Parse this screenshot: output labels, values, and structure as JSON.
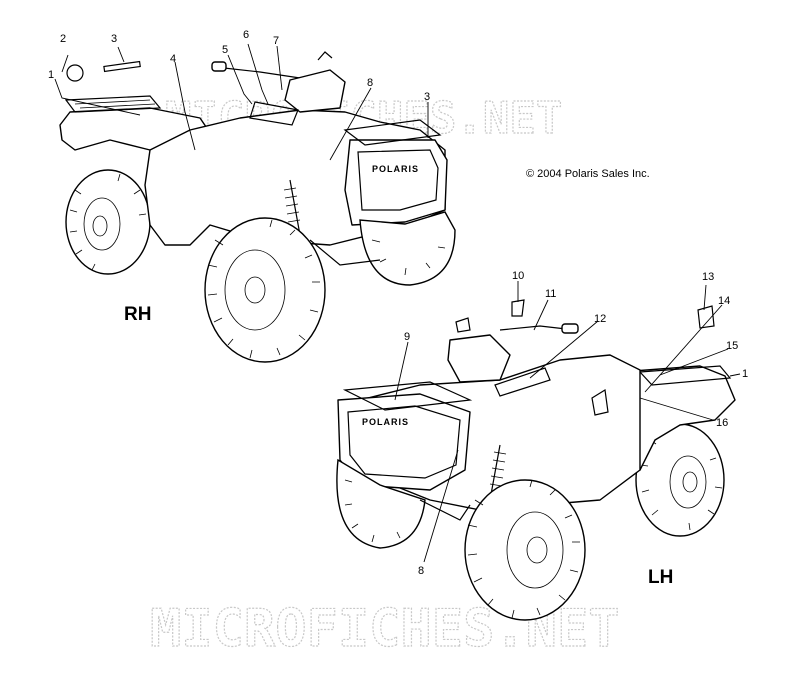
{
  "copyright": "© 2004 Polaris Sales Inc.",
  "views": {
    "rh": {
      "label": "RH"
    },
    "lh": {
      "label": "LH"
    }
  },
  "brand_text": "POLARIS",
  "watermark": "MICROFICHES.NET",
  "callouts": {
    "rh": [
      "2",
      "3",
      "1",
      "4",
      "6",
      "5",
      "7",
      "8",
      "3"
    ],
    "lh": [
      "10",
      "11",
      "13",
      "14",
      "12",
      "9",
      "15",
      "1",
      "16",
      "8"
    ]
  }
}
